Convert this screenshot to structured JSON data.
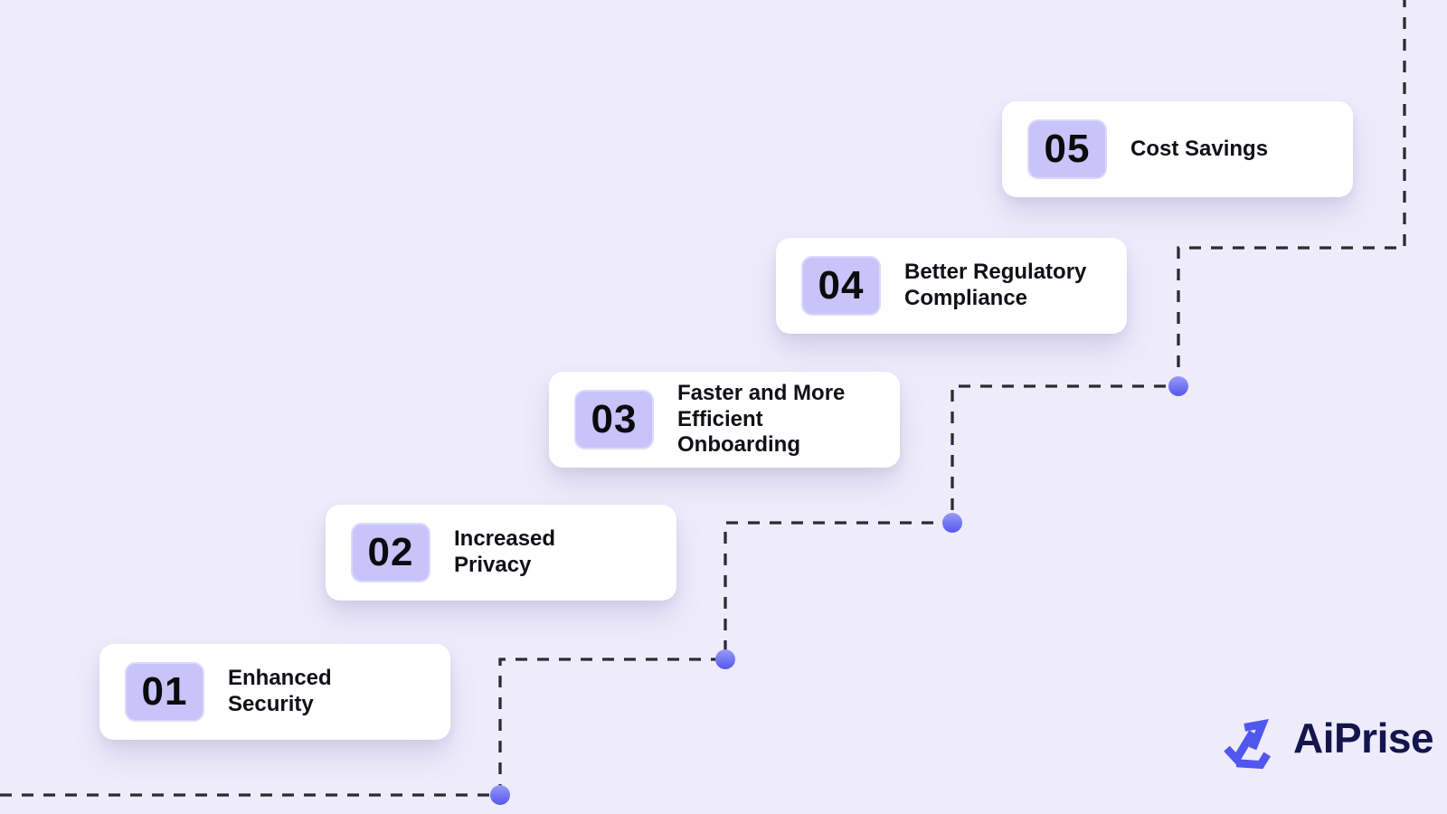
{
  "steps": [
    {
      "number": "01",
      "label": "Enhanced Security"
    },
    {
      "number": "02",
      "label": "Increased Privacy"
    },
    {
      "number": "03",
      "label": "Faster and More Efficient Onboarding"
    },
    {
      "number": "04",
      "label": "Better Regulatory Compliance"
    },
    {
      "number": "05",
      "label": "Cost Savings"
    }
  ],
  "logo": {
    "brand": "AiPrise"
  },
  "colors": {
    "background": "#EEECFB",
    "card_background": "#FFFFFF",
    "badge_background": "#C8C4FA",
    "badge_border": "#DDD9FC",
    "text": "#101016",
    "dash_line": "#2B2B30",
    "dot_gradient_top": "#8F90F7",
    "dot_gradient_bottom": "#5457EE",
    "logo_mark": "#5156EE",
    "logo_text": "#15154D"
  }
}
